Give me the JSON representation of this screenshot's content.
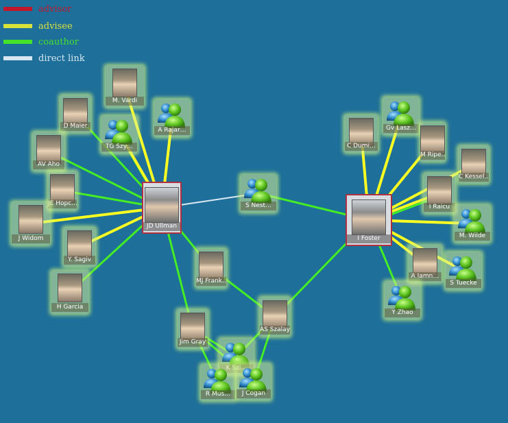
{
  "legend": [
    {
      "label": "advisor",
      "color": "#c0172a"
    },
    {
      "label": "advisee",
      "color": "#d9e23a"
    },
    {
      "label": "coauthor",
      "color": "#46e22a"
    },
    {
      "label": "direct link",
      "color": "#d7e7f2"
    }
  ],
  "colors": {
    "background": "#1e6f99",
    "advisor": "#c0172a",
    "advisee": "#ffff22",
    "coauthor": "#44ee22",
    "direct_link": "#d7e7f2",
    "hub_border": "#b03040"
  },
  "nodes": [
    {
      "id": "ullman",
      "label": "JD Ullman",
      "kind": "hub",
      "icon": "person-photo-icon"
    },
    {
      "id": "foster",
      "label": "I Foster",
      "kind": "hub",
      "icon": "person-photo-icon"
    },
    {
      "id": "vardi",
      "label": "M. Vardi",
      "kind": "photo",
      "icon": "person-photo-icon"
    },
    {
      "id": "maier",
      "label": "D Maier",
      "kind": "photo",
      "icon": "person-photo-icon"
    },
    {
      "id": "rajar",
      "label": "A Rajar…",
      "kind": "avatar",
      "icon": "user-avatar-icon"
    },
    {
      "id": "szy",
      "label": "TG Szy…",
      "kind": "avatar",
      "icon": "user-avatar-icon"
    },
    {
      "id": "aho",
      "label": "AV Aho",
      "kind": "photo",
      "icon": "person-photo-icon"
    },
    {
      "id": "hopc",
      "label": "JE Hopc…",
      "kind": "photo",
      "icon": "person-photo-icon"
    },
    {
      "id": "widom",
      "label": "J Widom",
      "kind": "photo",
      "icon": "person-photo-icon"
    },
    {
      "id": "sagiv",
      "label": "Y. Sagiv",
      "kind": "photo",
      "icon": "person-photo-icon"
    },
    {
      "id": "garcia",
      "label": "H Garcia",
      "kind": "photo",
      "icon": "person-photo-icon"
    },
    {
      "id": "nest",
      "label": "S Nest…",
      "kind": "avatar",
      "icon": "user-avatar-icon"
    },
    {
      "id": "frank",
      "label": "MJ Frank…",
      "kind": "photo",
      "icon": "person-photo-icon"
    },
    {
      "id": "szalay",
      "label": "AS Szalay",
      "kind": "photo",
      "icon": "person-photo-icon"
    },
    {
      "id": "gray",
      "label": "Jim Gray",
      "kind": "photo",
      "icon": "person-photo-icon"
    },
    {
      "id": "ksz",
      "label": "K Szl…",
      "kind": "avatar",
      "icon": "user-avatar-icon"
    },
    {
      "id": "mus",
      "label": "R Mus…",
      "kind": "avatar",
      "icon": "user-avatar-icon"
    },
    {
      "id": "cogan",
      "label": "J Cogan",
      "kind": "avatar",
      "icon": "user-avatar-icon"
    },
    {
      "id": "dumi",
      "label": "C Dumi…",
      "kind": "photo",
      "icon": "person-photo-icon"
    },
    {
      "id": "lasz",
      "label": "Gv Lasz…",
      "kind": "avatar",
      "icon": "user-avatar-icon"
    },
    {
      "id": "ripe",
      "label": "M Ripe…",
      "kind": "photo",
      "icon": "person-photo-icon"
    },
    {
      "id": "kessel",
      "label": "C Kessel…",
      "kind": "photo",
      "icon": "person-photo-icon"
    },
    {
      "id": "raicu",
      "label": "I Raicu",
      "kind": "photo",
      "icon": "person-photo-icon"
    },
    {
      "id": "wilde",
      "label": "M. Wilde",
      "kind": "avatar",
      "icon": "user-avatar-icon"
    },
    {
      "id": "iamn",
      "label": "A Iamn…",
      "kind": "photo",
      "icon": "person-photo-icon"
    },
    {
      "id": "tuecke",
      "label": "S Tuecke",
      "kind": "avatar",
      "icon": "user-avatar-icon"
    },
    {
      "id": "zhao",
      "label": "Y Zhao",
      "kind": "avatar",
      "icon": "user-avatar-icon"
    }
  ],
  "edges": [
    {
      "from": "ullman",
      "to": "vardi",
      "type": "advisee"
    },
    {
      "from": "ullman",
      "to": "maier",
      "type": "coauthor"
    },
    {
      "from": "ullman",
      "to": "rajar",
      "type": "advisee"
    },
    {
      "from": "ullman",
      "to": "szy",
      "type": "coauthor"
    },
    {
      "from": "ullman",
      "to": "szy",
      "type": "advisee"
    },
    {
      "from": "ullman",
      "to": "aho",
      "type": "coauthor"
    },
    {
      "from": "ullman",
      "to": "hopc",
      "type": "coauthor"
    },
    {
      "from": "ullman",
      "to": "widom",
      "type": "advisee"
    },
    {
      "from": "ullman",
      "to": "sagiv",
      "type": "advisee"
    },
    {
      "from": "ullman",
      "to": "garcia",
      "type": "coauthor"
    },
    {
      "from": "ullman",
      "to": "nest",
      "type": "direct_link"
    },
    {
      "from": "ullman",
      "to": "frank",
      "type": "coauthor"
    },
    {
      "from": "ullman",
      "to": "gray",
      "type": "coauthor"
    },
    {
      "from": "nest",
      "to": "foster",
      "type": "coauthor"
    },
    {
      "from": "frank",
      "to": "szalay",
      "type": "coauthor"
    },
    {
      "from": "szalay",
      "to": "foster",
      "type": "coauthor"
    },
    {
      "from": "szalay",
      "to": "ksz",
      "type": "coauthor"
    },
    {
      "from": "szalay",
      "to": "cogan",
      "type": "coauthor"
    },
    {
      "from": "gray",
      "to": "ksz",
      "type": "coauthor"
    },
    {
      "from": "gray",
      "to": "mus",
      "type": "coauthor"
    },
    {
      "from": "gray",
      "to": "cogan",
      "type": "coauthor"
    },
    {
      "from": "foster",
      "to": "dumi",
      "type": "advisee"
    },
    {
      "from": "foster",
      "to": "lasz",
      "type": "advisee"
    },
    {
      "from": "foster",
      "to": "ripe",
      "type": "advisee"
    },
    {
      "from": "foster",
      "to": "kessel",
      "type": "advisee"
    },
    {
      "from": "foster",
      "to": "raicu",
      "type": "advisee"
    },
    {
      "from": "foster",
      "to": "raicu",
      "type": "coauthor"
    },
    {
      "from": "foster",
      "to": "wilde",
      "type": "advisee"
    },
    {
      "from": "foster",
      "to": "iamn",
      "type": "advisee"
    },
    {
      "from": "foster",
      "to": "tuecke",
      "type": "advisee"
    },
    {
      "from": "foster",
      "to": "zhao",
      "type": "coauthor"
    }
  ]
}
